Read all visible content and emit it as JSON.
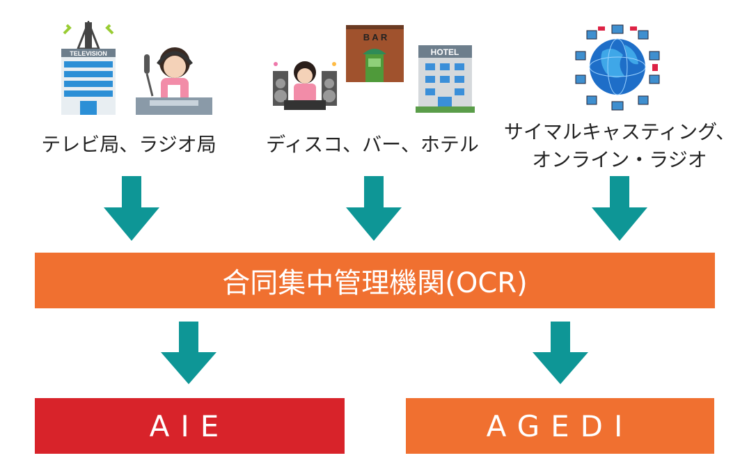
{
  "sources": [
    {
      "label": "テレビ局、ラジオ局",
      "icons": [
        "television-station-icon",
        "radio-dj-icon"
      ],
      "tv_sign": "TELEVISION"
    },
    {
      "label": "ディスコ、バー、ホテル",
      "icons": [
        "disco-dj-icon",
        "bar-building-icon",
        "hotel-building-icon"
      ],
      "bar_sign": "B A R",
      "hotel_sign": "HOTEL"
    },
    {
      "label_line1": "サイマルキャスティング、",
      "label_line2": "オンライン・ラジオ",
      "icons": [
        "globe-network-icon"
      ]
    }
  ],
  "collector": {
    "label": "合同集中管理機関(OCR)"
  },
  "recipients": [
    {
      "label": "AIE"
    },
    {
      "label": "AGEDI"
    }
  ],
  "colors": {
    "arrow": "#0e9696",
    "orange": "#f07030",
    "red": "#d8232a"
  }
}
